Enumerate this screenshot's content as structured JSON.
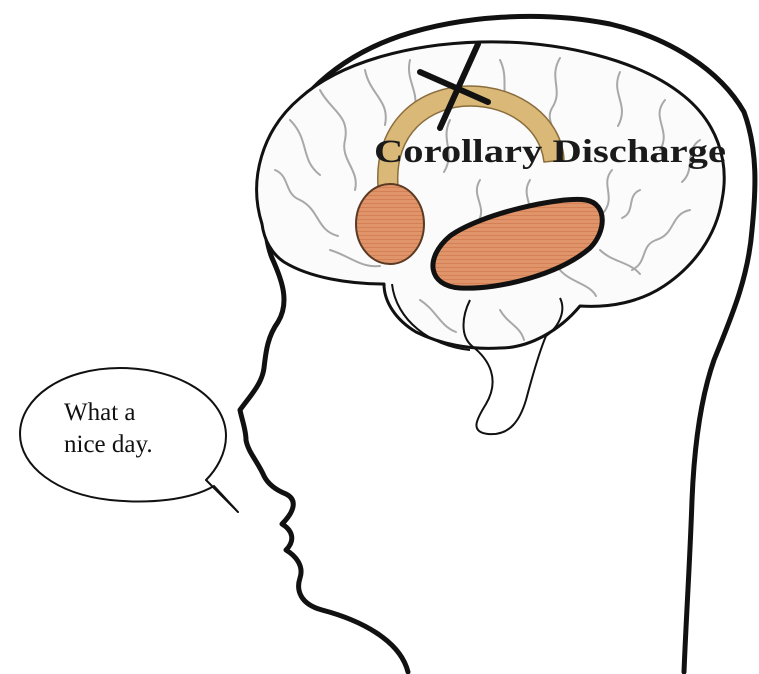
{
  "diagram": {
    "label": "Corollary Discharge",
    "speech": {
      "line1": "What a",
      "line2": "nice day."
    },
    "colors": {
      "outline": "#111111",
      "region_fill": "#e0946a",
      "region_stripe": "#d47f55",
      "arc": "#d9b878",
      "sulci": "#a8a8a8",
      "brain_fill": "#fbfbfb"
    },
    "symbols": {
      "block_mark": "cross-icon"
    }
  }
}
